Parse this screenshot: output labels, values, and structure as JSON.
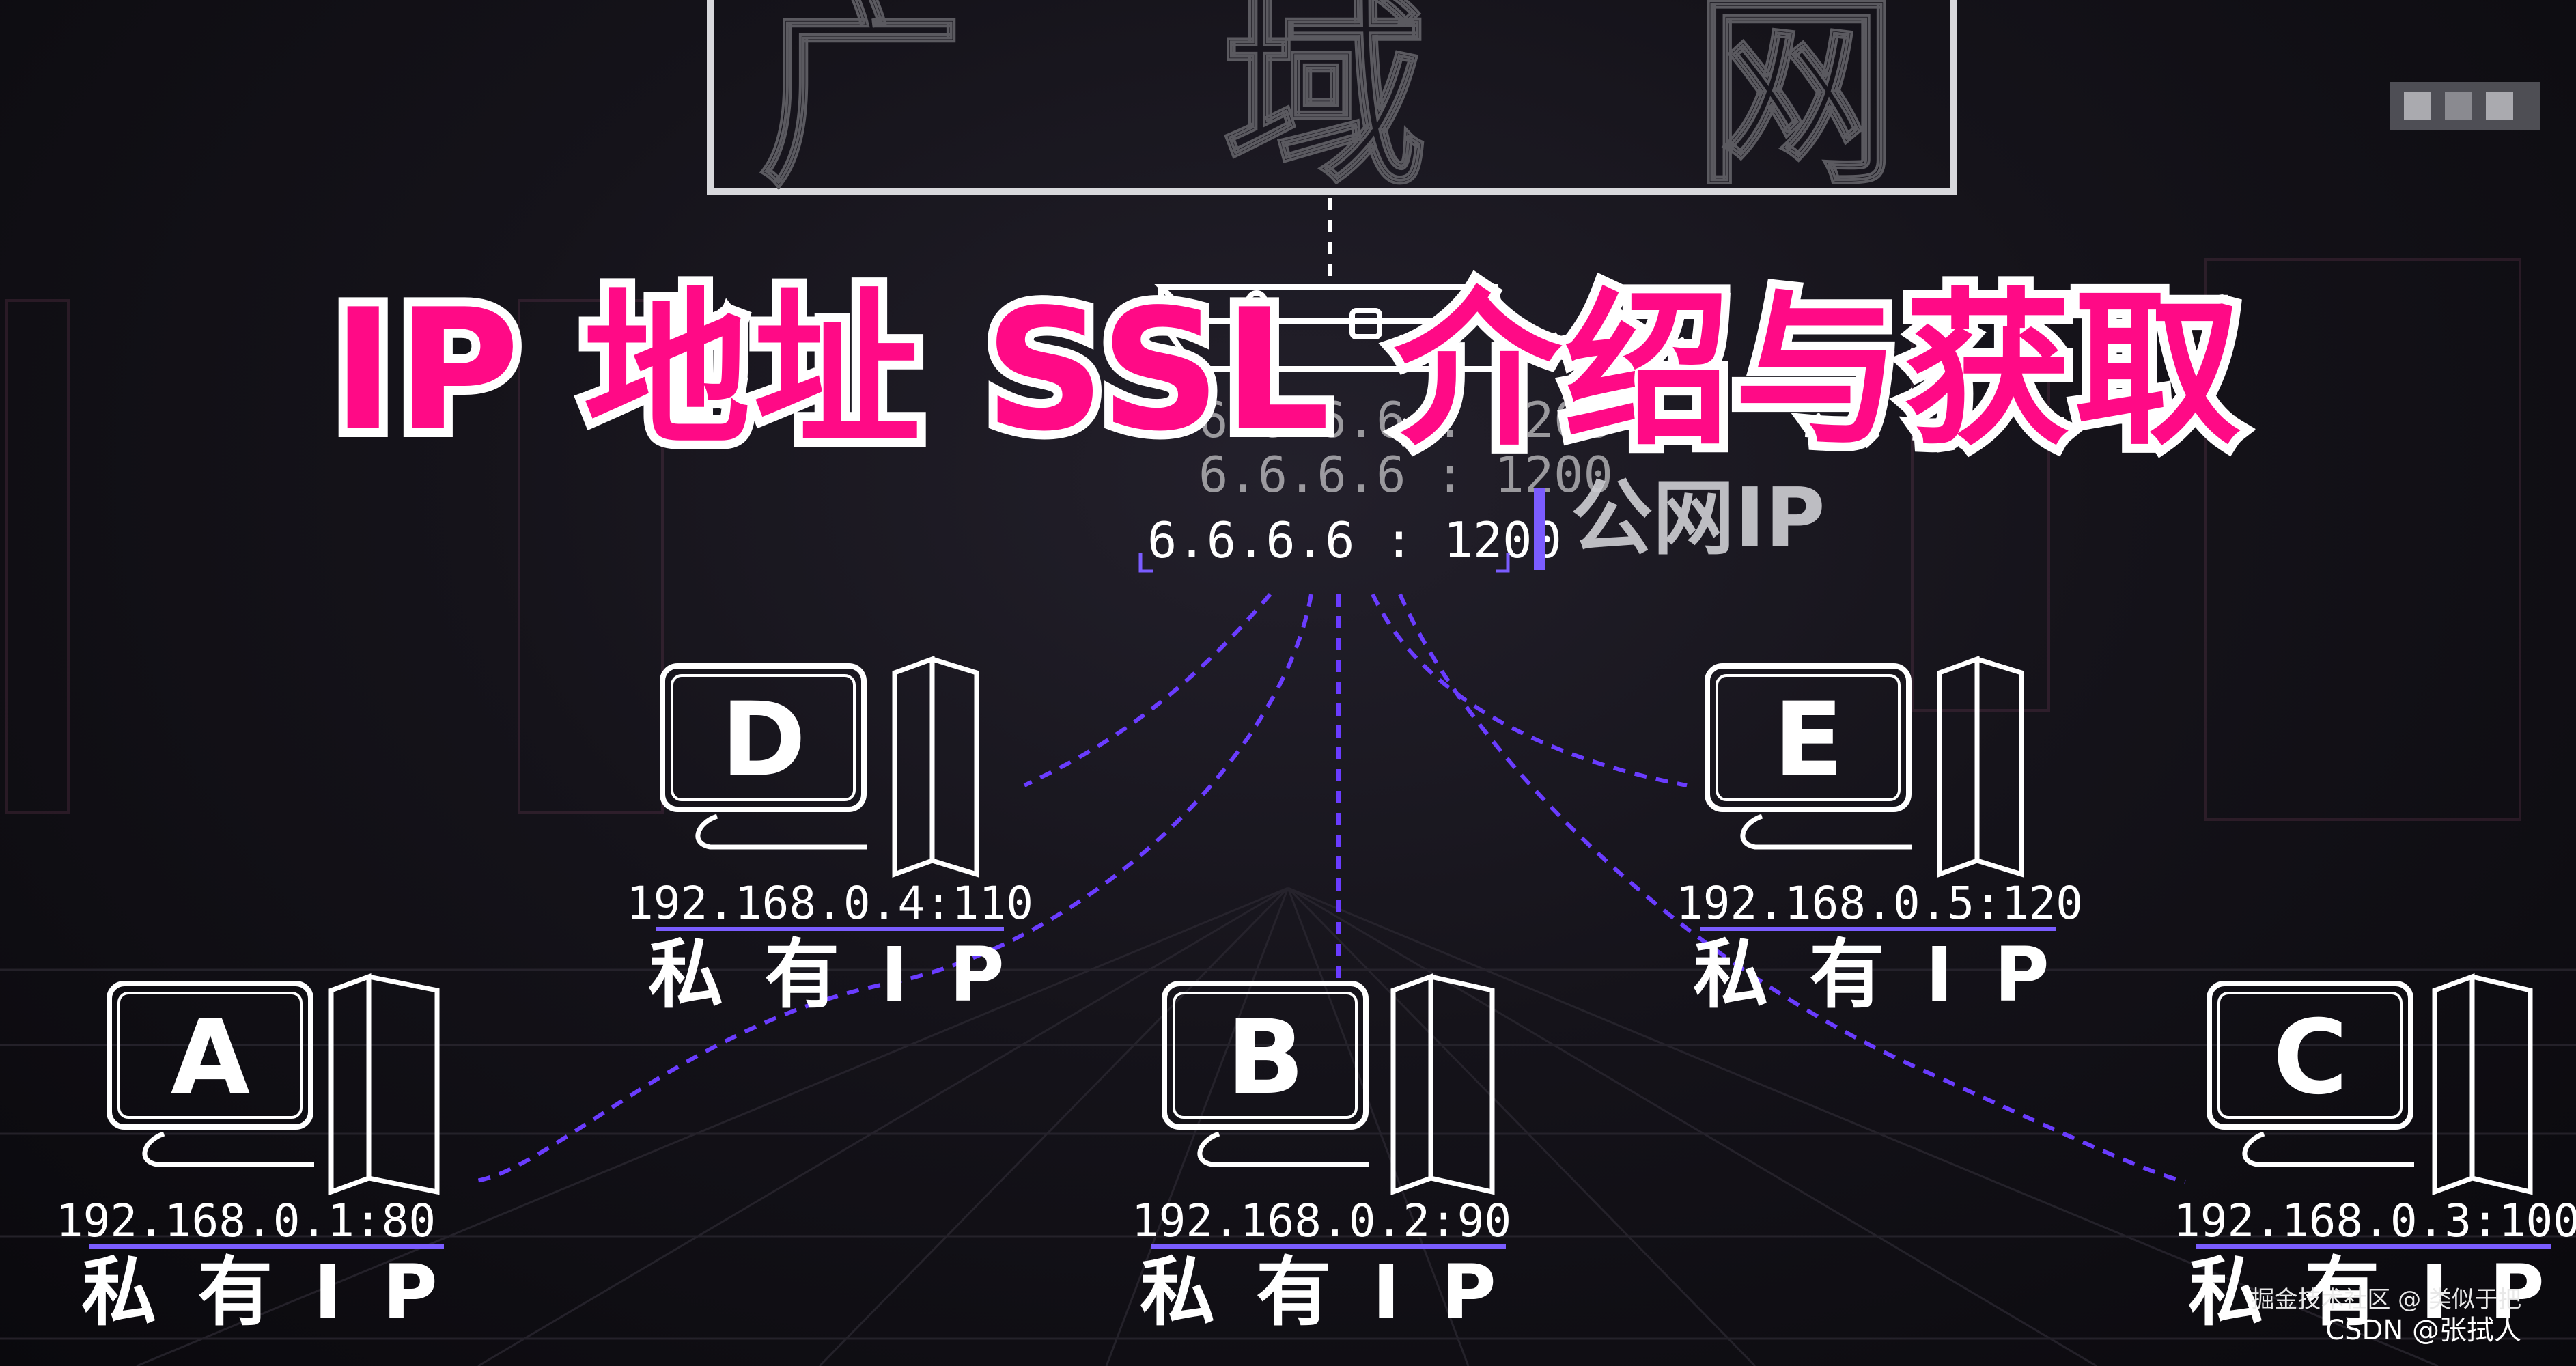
{
  "background_text": {
    "top_frame_chars": [
      "广",
      "域",
      "网"
    ],
    "right_partial": "公网IP"
  },
  "router": {
    "ip_lines": [
      "6.6.6.6 : 1200"
    ]
  },
  "title": "IP 地址 SSL 介绍与获取",
  "computers": [
    {
      "letter": "A",
      "ip": "192.168.0.1:80",
      "label": "私有IP"
    },
    {
      "letter": "B",
      "ip": "192.168.0.2:90",
      "label": "私有IP"
    },
    {
      "letter": "C",
      "ip": "192.168.0.3:100",
      "label": "私有IP"
    },
    {
      "letter": "D",
      "ip": "192.168.0.4:110",
      "label": "私有IP"
    },
    {
      "letter": "E",
      "ip": "192.168.0.5:120",
      "label": "私有IP"
    }
  ],
  "watermark": {
    "line1": "掘金技术社区 @ 类似于把",
    "line2": "CSDN @张拭人"
  },
  "colors": {
    "title_fill": "#ff0a86",
    "title_stroke": "#ffffff",
    "dashed_line": "#6a3cff",
    "underline": "#7a5cff",
    "accent_bar": "#7b5cff"
  }
}
